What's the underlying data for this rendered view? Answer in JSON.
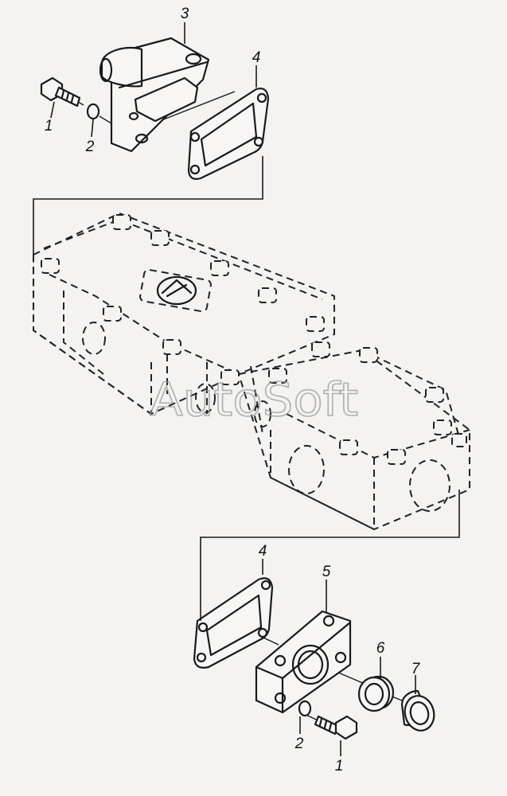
{
  "callouts": {
    "top_bolt": "1",
    "top_washer": "2",
    "top_flange": "3",
    "top_gasket": "4",
    "bottom_gasket": "4",
    "bottom_flange": "5",
    "seal_ring": "6",
    "bushing": "7",
    "bottom_washer": "2",
    "bottom_bolt": "1"
  },
  "watermark": "AutoSoft",
  "colors": {
    "background": "#f4f3f1",
    "line": "#1a1a1a",
    "watermark": "#9a9a9a"
  }
}
